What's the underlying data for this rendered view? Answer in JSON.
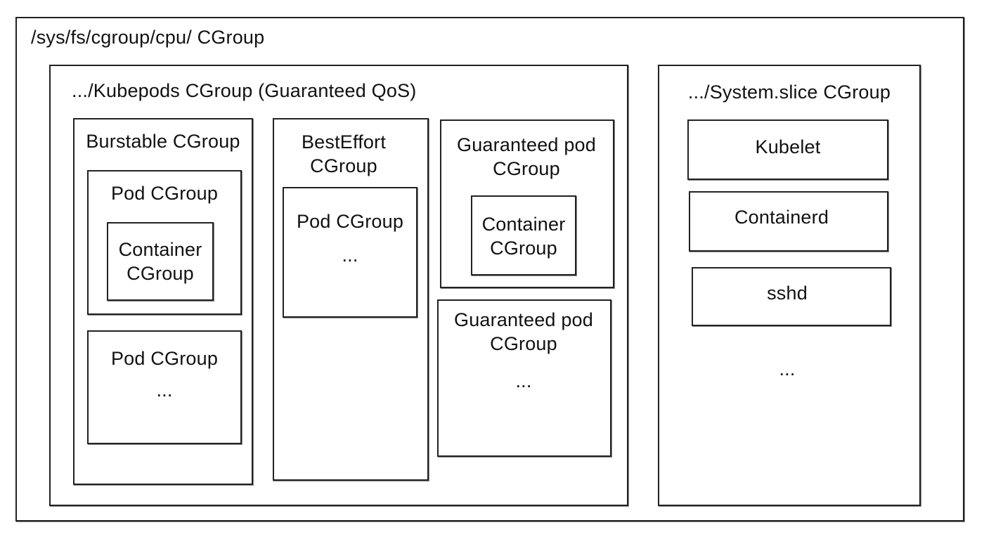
{
  "root": {
    "title": "/sys/fs/cgroup/cpu/ CGroup"
  },
  "kubepods": {
    "title": ".../Kubepods CGroup (Guaranteed QoS)",
    "burstable": {
      "title": "Burstable CGroup",
      "pod1": {
        "title": "Pod CGroup",
        "container": "Container\nCGroup"
      },
      "pod2": {
        "title": "Pod CGroup",
        "ellipsis": "..."
      }
    },
    "besteffort": {
      "title": "BestEffort\nCGroup",
      "pod": {
        "title": "Pod CGroup",
        "ellipsis": "..."
      }
    },
    "guaranteed1": {
      "title": "Guaranteed pod\nCGroup",
      "container": "Container\nCGroup"
    },
    "guaranteed2": {
      "title": "Guaranteed pod\nCGroup",
      "ellipsis": "..."
    }
  },
  "system": {
    "title": ".../System.slice CGroup",
    "items": [
      "Kubelet",
      "Containerd",
      "sshd"
    ],
    "ellipsis": "..."
  }
}
